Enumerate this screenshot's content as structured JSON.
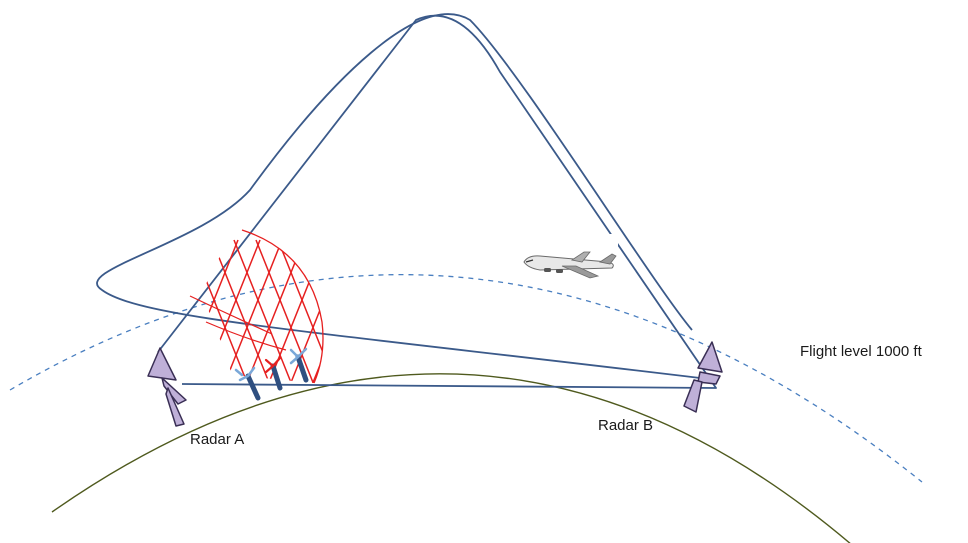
{
  "labels": {
    "radar_a": "Radar A",
    "radar_b": "Radar B",
    "flight_level": "Flight level 1000 ft"
  },
  "colors": {
    "beam": "#3b5a8a",
    "earth": "#4f5a1e",
    "flight_level_line": "#4a7fc0",
    "interference": "#e62020",
    "radar": "#bfb0d8",
    "radar_stroke": "#3a2f55",
    "turbine_blade": "#7aa8d8",
    "turbine_tower": "#2f4f80"
  },
  "icons": {
    "aircraft": "aircraft-icon",
    "radar": "radar-icon",
    "wind_turbine": "wind-turbine-icon"
  }
}
